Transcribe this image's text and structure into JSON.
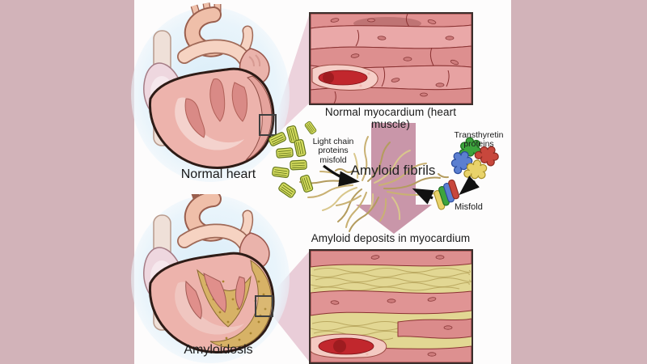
{
  "figure": {
    "panels": {
      "normal_heart_label": "Normal heart",
      "normal_myocardium_caption": "Normal myocardium (heart muscle)",
      "amyloid_deposits_caption": "Amyloid deposits in myocardium",
      "amyloidosis_label": "Amyloidosis"
    },
    "process": {
      "light_chain": {
        "line1": "Light chain",
        "line2": "proteins",
        "line3": "misfold"
      },
      "amyloid_fibrils_label": "Amyloid fibrils",
      "transthyretin": {
        "line1": "Transthyretin",
        "line2": "proteins"
      },
      "misfold_label": "Misfold"
    },
    "colors": {
      "outer_background": "#d2b3b9",
      "panel_background": "#fdfcfc",
      "flow_arrow_pink": "#c996a9",
      "zoom_ray_pink": "#ecd2dc",
      "fibril_tan": "#c9b173",
      "light_chain_green": "#d7de60",
      "muscle_pink": "#e69d9d",
      "amyloid_yellow": "#e2d793",
      "protein_green": "#3da43d",
      "protein_red": "#c8473c",
      "protein_blue": "#5b7fd0",
      "protein_yellow": "#e9d36a",
      "blood_vessel_red": "#c1272d",
      "heart_muscle": "#edb3ac",
      "amyloid_deposit_tan": "#d7b266"
    }
  }
}
